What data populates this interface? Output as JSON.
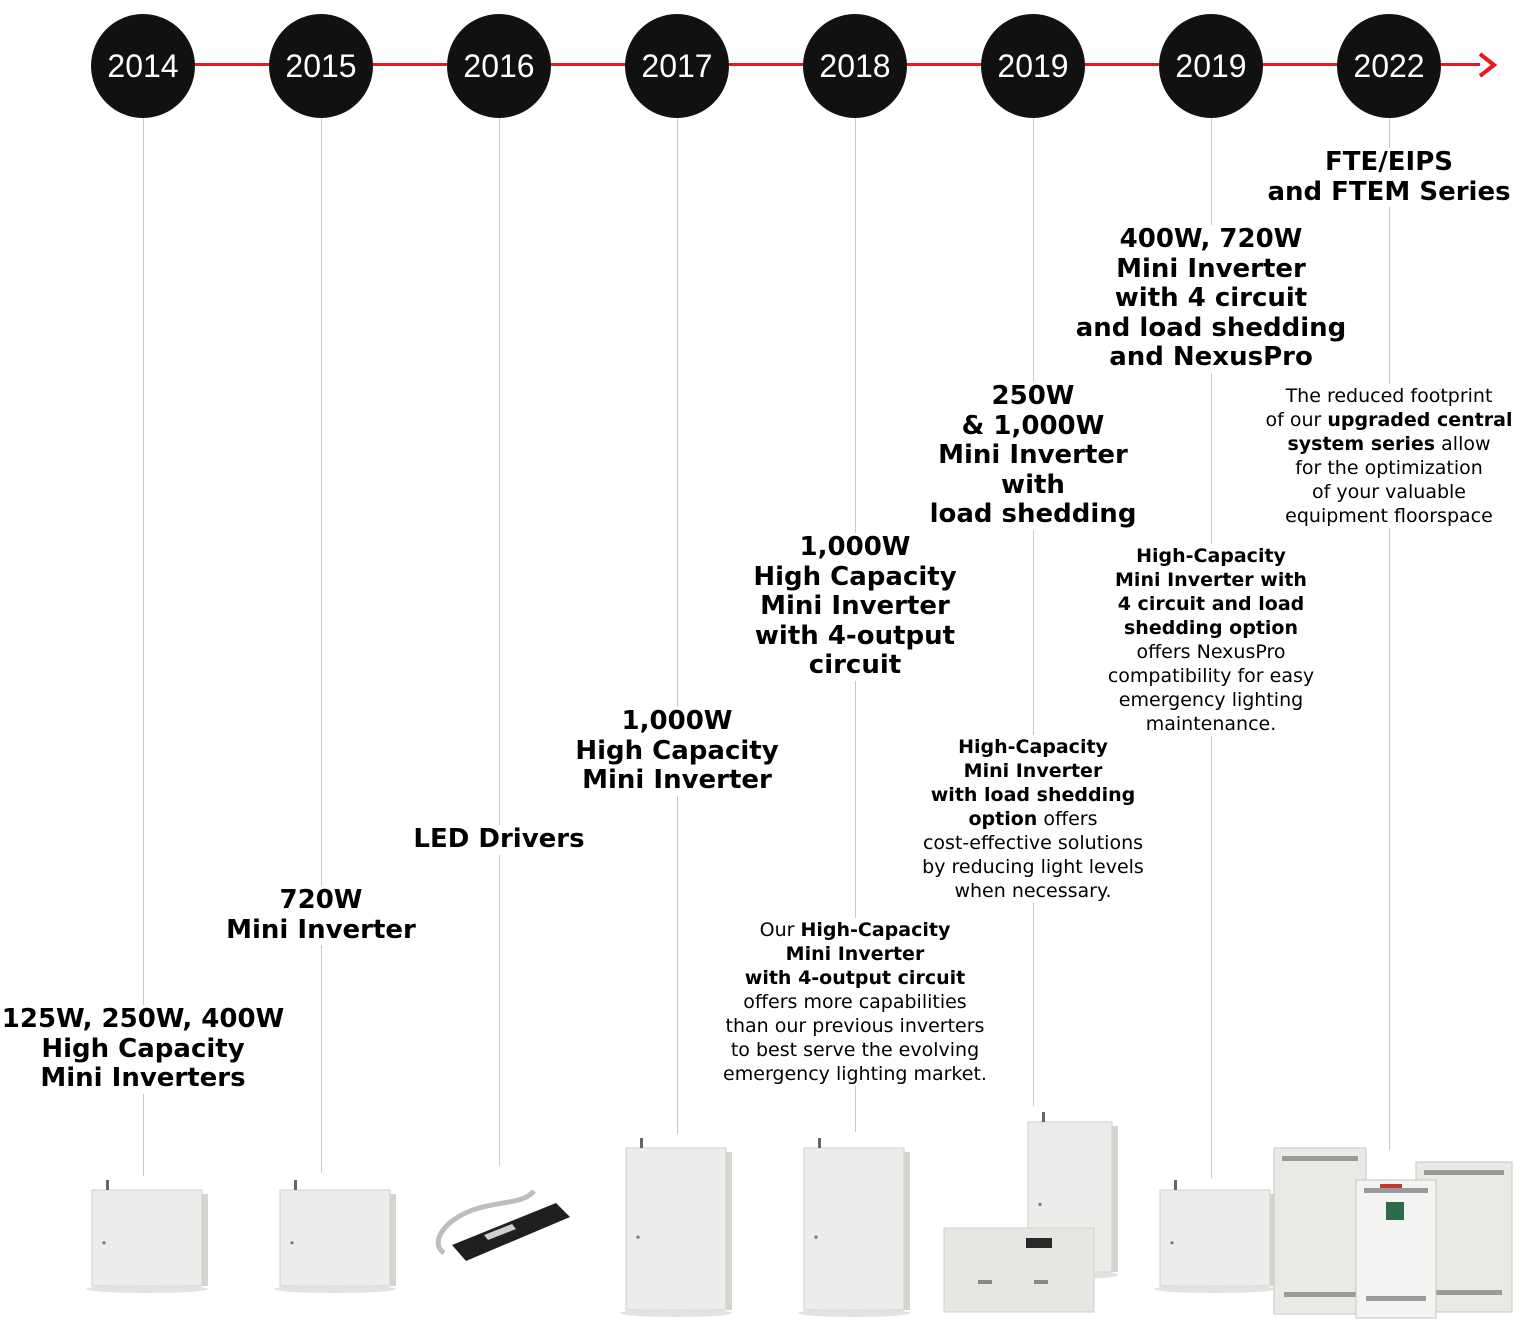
{
  "accent_color": "#e6191e",
  "timeline": [
    {
      "year": "2014",
      "headline_lines": [
        "125W, 250W, 400W",
        "High Capacity",
        "Mini Inverters"
      ],
      "product_image": "mini-inverter-cabinet"
    },
    {
      "year": "2015",
      "headline_lines": [
        "720W",
        "Mini Inverter"
      ],
      "product_image": "mini-inverter-cabinet"
    },
    {
      "year": "2016",
      "headline_lines": [
        "LED Drivers"
      ],
      "product_image": "led-driver"
    },
    {
      "year": "2017",
      "headline_lines": [
        "1,000W",
        "High Capacity",
        "Mini Inverter"
      ],
      "product_image": "tall-inverter-cabinet"
    },
    {
      "year": "2018",
      "headline_lines": [
        "1,000W",
        "High Capacity",
        "Mini Inverter",
        "with 4-output",
        "circuit"
      ],
      "description_lines": [
        [
          {
            "t": "Our "
          },
          {
            "t": "High-Capacity",
            "b": true
          }
        ],
        [
          {
            "t": "Mini Inverter",
            "b": true
          }
        ],
        [
          {
            "t": "with 4-output circuit",
            "b": true
          }
        ],
        [
          {
            "t": "offers more capabilities"
          }
        ],
        [
          {
            "t": "than our previous inverters"
          }
        ],
        [
          {
            "t": "to best serve the evolving"
          }
        ],
        [
          {
            "t": "emergency lighting market."
          }
        ]
      ],
      "product_image": "tall-inverter-cabinet"
    },
    {
      "year": "2019",
      "headline_lines": [
        "250W",
        "& 1,000W",
        "Mini Inverter",
        "with",
        "load shedding"
      ],
      "description_lines": [
        [
          {
            "t": "High-Capacity",
            "b": true
          }
        ],
        [
          {
            "t": "Mini Inverter",
            "b": true
          }
        ],
        [
          {
            "t": "with load shedding",
            "b": true
          }
        ],
        [
          {
            "t": "option",
            "b": true
          },
          {
            "t": " offers"
          }
        ],
        [
          {
            "t": "cost-effective solutions"
          }
        ],
        [
          {
            "t": "by reducing light levels"
          }
        ],
        [
          {
            "t": "when necessary."
          }
        ]
      ],
      "product_image": "inverter-pair"
    },
    {
      "year": "2019",
      "headline_lines": [
        "400W, 720W",
        "Mini Inverter",
        "with 4 circuit",
        "and load shedding",
        "and NexusPro"
      ],
      "description_lines": [
        [
          {
            "t": "High-Capacity",
            "b": true
          }
        ],
        [
          {
            "t": "Mini Inverter with",
            "b": true
          }
        ],
        [
          {
            "t": "4 circuit and load",
            "b": true
          }
        ],
        [
          {
            "t": "shedding option",
            "b": true
          }
        ],
        [
          {
            "t": "offers NexusPro"
          }
        ],
        [
          {
            "t": "compatibility for easy"
          }
        ],
        [
          {
            "t": "emergency lighting"
          }
        ],
        [
          {
            "t": "maintenance."
          }
        ]
      ],
      "product_image": "mini-inverter-cabinet"
    },
    {
      "year": "2022",
      "headline_lines": [
        "FTE/EIPS",
        "and FTEM Series"
      ],
      "description_lines": [
        [
          {
            "t": "The reduced footprint"
          }
        ],
        [
          {
            "t": "of our "
          },
          {
            "t": "upgraded central",
            "b": true
          }
        ],
        [
          {
            "t": "system series",
            "b": true
          },
          {
            "t": " allow"
          }
        ],
        [
          {
            "t": "for the optimization"
          }
        ],
        [
          {
            "t": "of your valuable"
          }
        ],
        [
          {
            "t": "equipment floorspace"
          }
        ]
      ],
      "product_image": "central-system-cabinets"
    }
  ]
}
